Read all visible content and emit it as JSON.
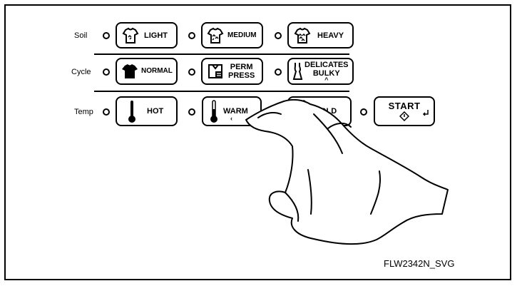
{
  "rows": {
    "soil": {
      "label": "Soil",
      "buttons": [
        "LIGHT",
        "MEDIUM",
        "HEAVY"
      ]
    },
    "cycle": {
      "label": "Cycle",
      "buttons": [
        "NORMAL",
        "PERM",
        "PRESS",
        "DELICATES",
        "BULKY"
      ]
    },
    "temp": {
      "label": "Temp",
      "buttons": [
        "HOT",
        "WARM",
        "COLD"
      ]
    }
  },
  "start": {
    "label": "START"
  },
  "caption": "FLW2342N_SVG",
  "icons": [
    "shirt-light-icon",
    "shirt-medium-icon",
    "shirt-heavy-icon",
    "tshirt-icon",
    "perm-press-icon",
    "delicates-icon",
    "thermometer-icon",
    "start-icon",
    "hand-pointer-icon"
  ],
  "colors": {
    "ink": "#000000",
    "paper": "#ffffff"
  }
}
